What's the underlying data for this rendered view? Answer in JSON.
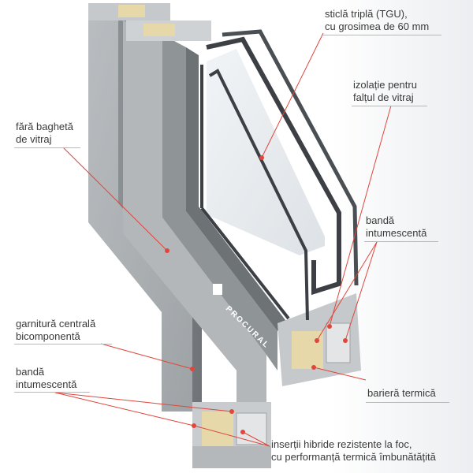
{
  "labels": {
    "triple_glazing": {
      "line1": "sticlă triplă (TGU),",
      "line2": "cu grosimea de 60 mm"
    },
    "rebate_insulation": {
      "line1": "izolație pentru",
      "line2": "falțul de vitraj"
    },
    "no_bead": {
      "line1": "fără baghetă",
      "line2": "de vitraj"
    },
    "intumescent_upper": {
      "line1": "bandă",
      "line2": "intumescentă"
    },
    "central_gasket": {
      "line1": "garnitură centrală",
      "line2": "bicomponentă"
    },
    "intumescent_lower": {
      "line1": "bandă",
      "line2": "intumescentă"
    },
    "thermal_barrier": {
      "line1": "barieră termică"
    },
    "hybrid_inserts": {
      "line1": "inserții hibride rezistente la foc,",
      "line2": "cu performanță termică îmbunătățită"
    }
  },
  "brand": {
    "logo_text": "PROCURAL"
  },
  "colors": {
    "aluminium": "#a9adb0",
    "aluminium_light": "#c3c6c8",
    "aluminium_dark": "#7e8386",
    "glass_edge": "#3c4045",
    "insulation": "#e6d8a8",
    "callout": "#e0463c",
    "underline": "#b8b8b8",
    "text": "#3a3a3a"
  }
}
